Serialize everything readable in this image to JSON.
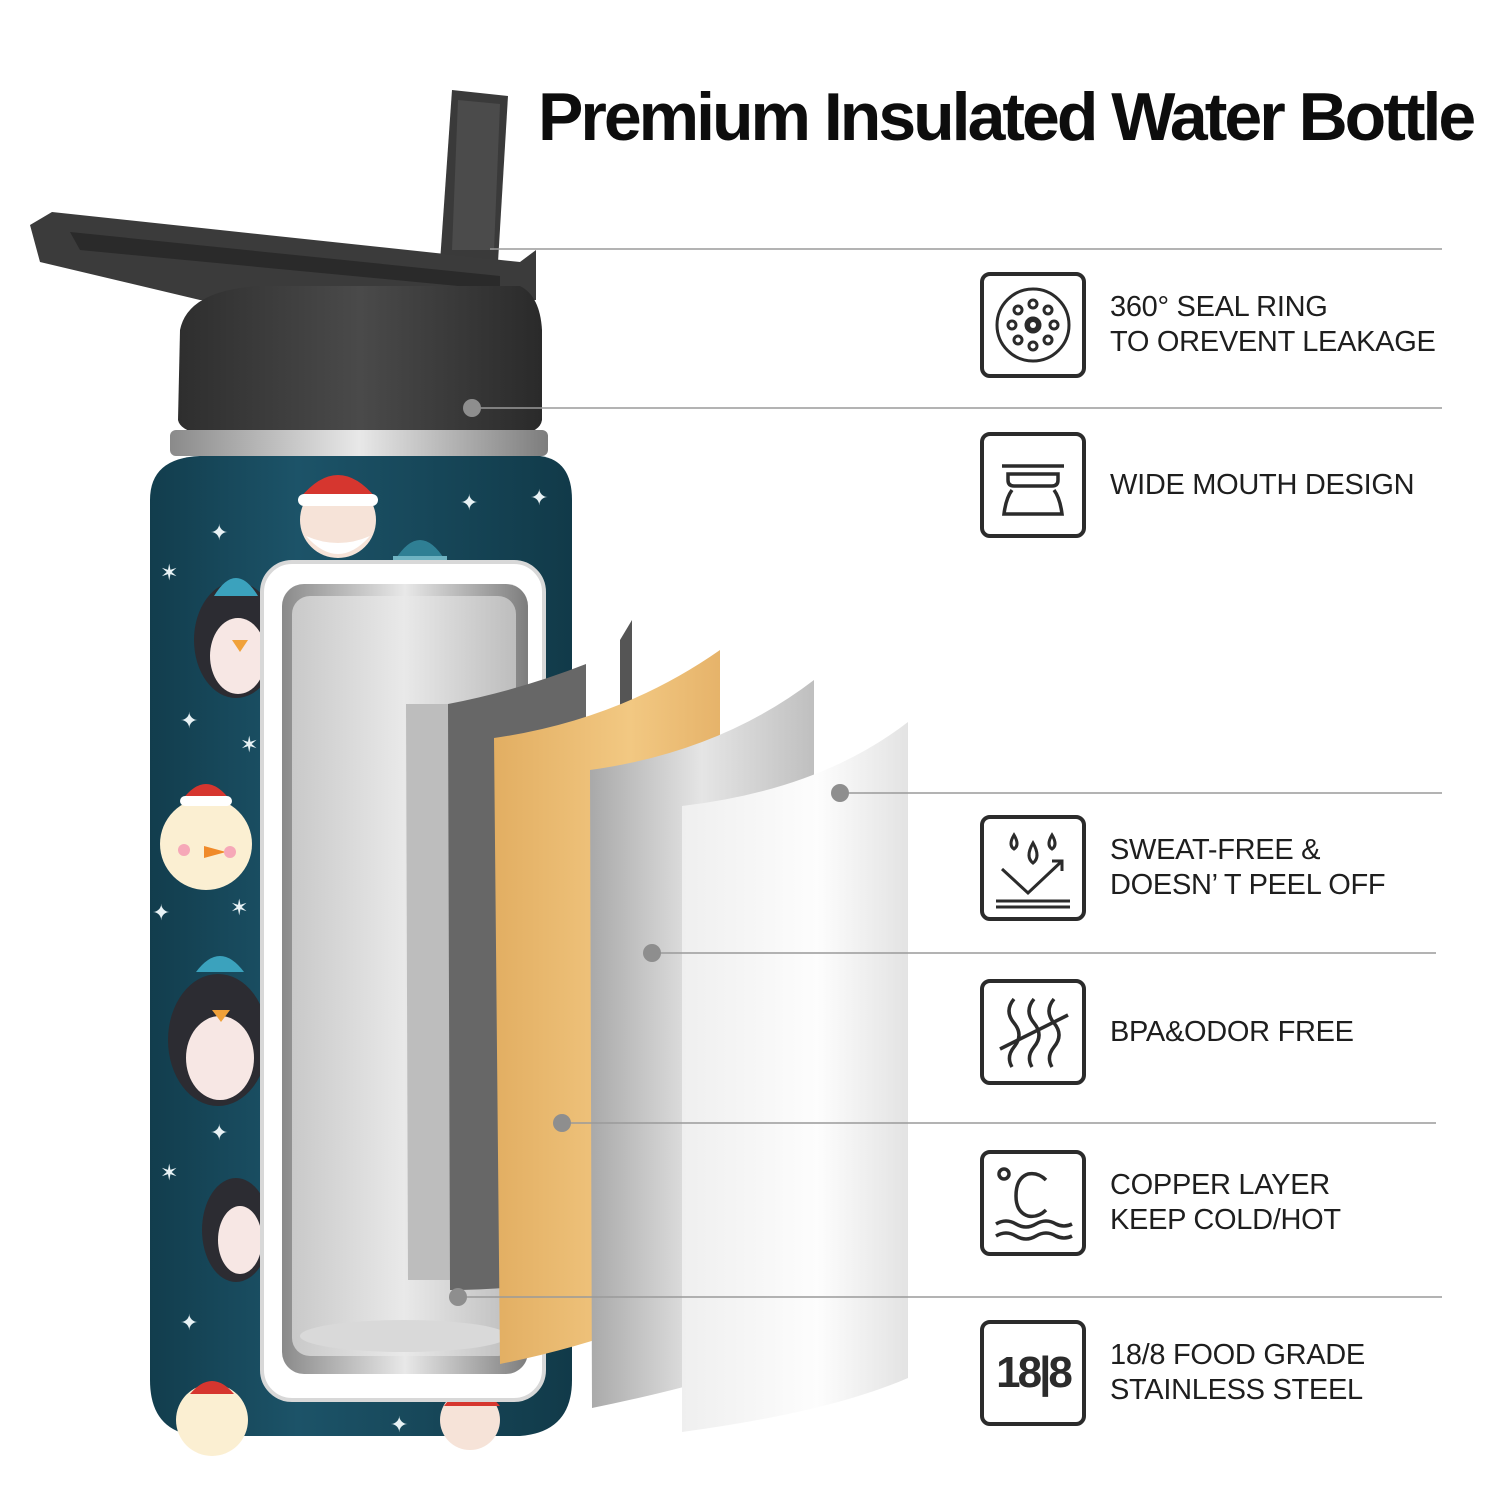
{
  "title": "Premium Insulated Water Bottle",
  "colors": {
    "bottle": "#17485a",
    "lid": "#3c3c3c",
    "copper": "#e9b870",
    "steel": "#b9b9b9",
    "icon_stroke": "#2b2b2b"
  },
  "features": [
    {
      "id": "seal-ring",
      "icon": "seal-ring-icon",
      "line1": "360°   SEAL RING",
      "line2": "TO OREVENT LEAKAGE"
    },
    {
      "id": "wide-mouth",
      "icon": "wide-mouth-icon",
      "line1": "WIDE MOUTH DESIGN",
      "line2": ""
    },
    {
      "id": "sweat-free",
      "icon": "sweat-free-icon",
      "line1": "SWEAT-FREE &",
      "line2": "DOESN’ T PEEL OFF"
    },
    {
      "id": "bpa-free",
      "icon": "odor-waves-icon",
      "line1": "BPA&ODOR FREE",
      "line2": ""
    },
    {
      "id": "copper-layer",
      "icon": "temperature-icon",
      "line1": "COPPER LAYER",
      "line2": "KEEP COLD/HOT"
    },
    {
      "id": "food-grade",
      "icon": "steel-18-8-icon",
      "line1": "18/8 FOOD GRADE",
      "line2": "STAINLESS STEEL",
      "badge": "18|8"
    }
  ]
}
